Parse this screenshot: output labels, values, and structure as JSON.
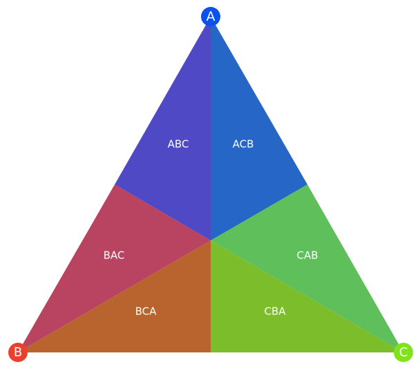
{
  "diagram": {
    "vertices": [
      {
        "id": "A",
        "label": "A",
        "color": "#0b51f0"
      },
      {
        "id": "B",
        "label": "B",
        "color": "#ea412f"
      },
      {
        "id": "C",
        "label": "C",
        "color": "#7fe31b"
      }
    ],
    "regions": [
      {
        "id": "ABC",
        "label": "ABC",
        "color": "#4f49c5"
      },
      {
        "id": "ACB",
        "label": "ACB",
        "color": "#2566c6"
      },
      {
        "id": "BAC",
        "label": "BAC",
        "color": "#b94462"
      },
      {
        "id": "CAB",
        "label": "CAB",
        "color": "#5fbf5a"
      },
      {
        "id": "BCA",
        "label": "BCA",
        "color": "#b9642f"
      },
      {
        "id": "CBA",
        "label": "CBA",
        "color": "#7cbd2b"
      }
    ]
  }
}
